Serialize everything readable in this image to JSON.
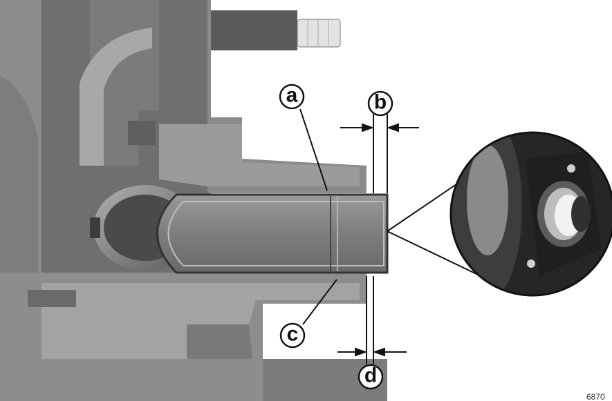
{
  "figure": {
    "number": "6870",
    "callouts": {
      "a": "a",
      "b": "b",
      "c": "c",
      "d": "d"
    }
  },
  "colors": {
    "housing_dark": "#6b6b6b",
    "housing_mid": "#8a8a8a",
    "housing_light": "#a6a6a6",
    "pipe": "#7a7a7a",
    "background": "#ffffff",
    "line": "#111111"
  }
}
